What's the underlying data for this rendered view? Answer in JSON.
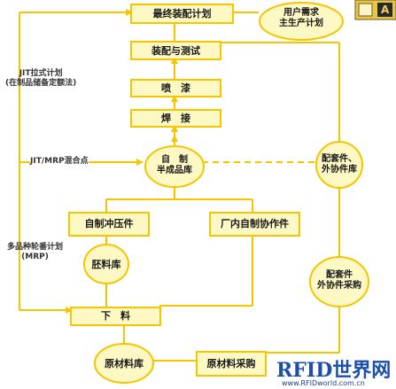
{
  "nodes": {
    "final_assembly_plan": "最终装配计划",
    "customer_demand": "用户需求",
    "master_schedule": "主生产计划",
    "assembly_test": "装配与测试",
    "painting": "喷　漆",
    "welding": "焊　接",
    "semi_finished_store": "自　制\n半成品库",
    "kit_parts": "配套件、\n外协件库",
    "stamping": "自制冲压件",
    "internal_coop": "厂内自制协作件",
    "blank_store": "胚料库",
    "kit_purchase": "配套件\n外协件采购",
    "blanking": "下　料",
    "raw_store": "原材料库",
    "raw_purchase": "原材料采购"
  },
  "notes": {
    "jit_pull": "JIT拉式计划\n(在制品储备定额法)",
    "mixed_point": "JIT/MRP混合点",
    "multi_variety": "多品种轮番计划\n(MRP)"
  },
  "watermark": {
    "logo": "RFID世界网",
    "url": "www.RFIDworld.com.cn"
  },
  "colors": {
    "box_fill": "#fdf8c4",
    "line": "#f5c500",
    "text": "#1a1a1a"
  }
}
